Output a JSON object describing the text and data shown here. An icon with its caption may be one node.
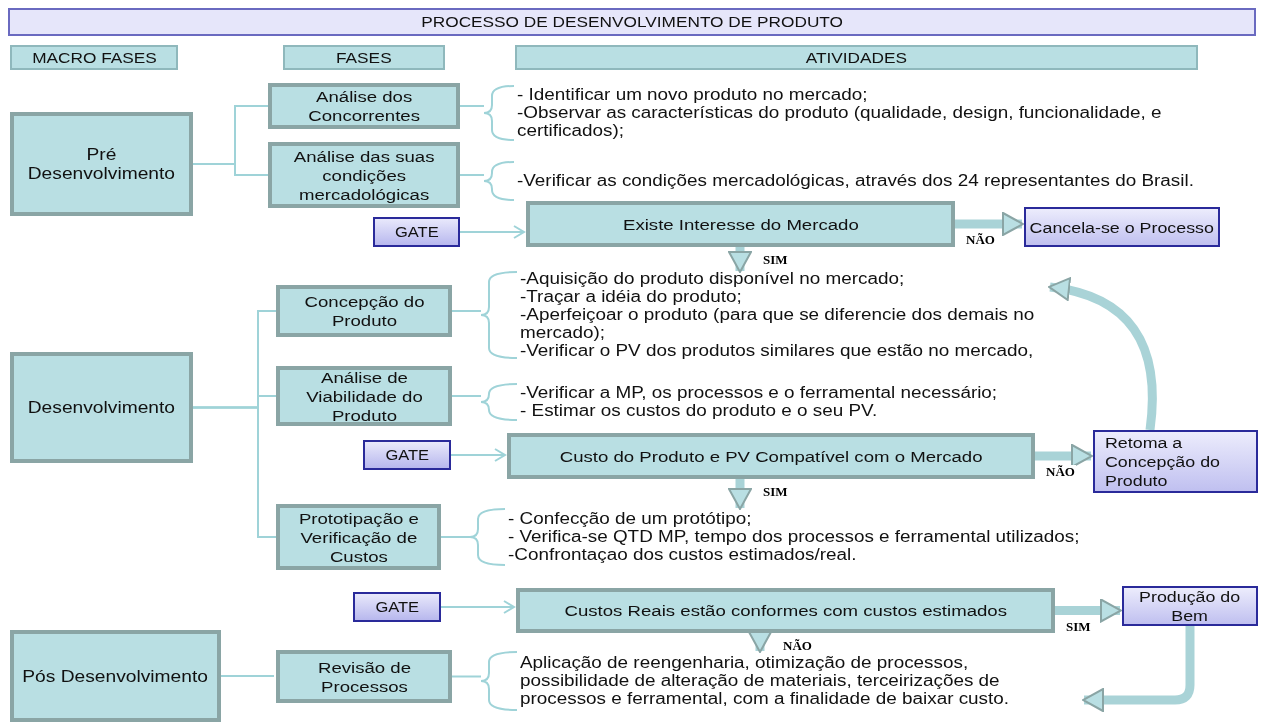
{
  "diagram": {
    "nodes": [
      {
        "text": [
          "PROCESSO DE DESENVOLVIMENTO DE PRODUTO"
        ]
      },
      {
        "text": [
          "MACRO FASES"
        ]
      },
      {
        "text": [
          "FASES"
        ]
      },
      {
        "text": [
          "ATIVIDADES"
        ]
      },
      {
        "text": [
          "Pré Desenvolvimento"
        ]
      },
      {
        "text": [
          "Análise dos Concorrentes"
        ]
      },
      {
        "text": [
          "Análise das suas condições mercadológicas"
        ]
      },
      {
        "text": [
          "- Identificar um novo produto no mercado;",
          "-Observar as características do produto (qualidade, design, funcionalidade, e certificados);"
        ]
      },
      {
        "text": [
          "-Verificar as condições mercadológicas, através dos 24 representantes do Brasil."
        ]
      },
      {
        "text": [
          "GATE"
        ]
      },
      {
        "text": [
          "Existe Interesse do Mercado"
        ]
      },
      {
        "text": [
          "Cancela-se o Processo"
        ]
      },
      {
        "text": [
          "Desenvolvimento"
        ]
      },
      {
        "text": [
          "Concepção do Produto"
        ]
      },
      {
        "text": [
          "-Aquisição do produto disponível no mercado;",
          "-Traçar a idéia do produto;",
          "-Aperfeiçoar o produto (para que se diferencie dos demais no mercado);",
          "-Verificar o PV dos produtos similares que estão no mercado,"
        ]
      },
      {
        "text": [
          "Análise de Viabilidade do Produto"
        ]
      },
      {
        "text": [
          "-Verificar a MP, os processos e o ferramental necessário;",
          "- Estimar os custos do produto e o seu PV."
        ]
      },
      {
        "text": [
          "GATE"
        ]
      },
      {
        "text": [
          "Custo do Produto e PV Compatível com o Mercado"
        ]
      },
      {
        "text": [
          "Retoma a Concepção do Produto"
        ]
      },
      {
        "text": [
          "Prototipação e Verificação de Custos"
        ]
      },
      {
        "text": [
          "- Confecção de um protótipo;",
          "- Verifica-se QTD MP, tempo dos processos e ferramental utilizados;",
          "-Confrontaçao dos custos estimados/real."
        ]
      },
      {
        "text": [
          "GATE"
        ]
      },
      {
        "text": [
          "Custos Reais estão conformes com custos estimados"
        ]
      },
      {
        "text": [
          "Produção do Bem"
        ]
      },
      {
        "text": [
          "Pós Desenvolvimento"
        ]
      },
      {
        "text": [
          "Revisão de Processos"
        ]
      },
      {
        "text": [
          "Aplicação de reengenharia, otimização de processos, possibilidade de alteração de materiais, terceirizações de processos e ferramental, com a finalidade de baixar custo."
        ]
      }
    ],
    "edges": [
      {
        "from": 4,
        "to": 5,
        "arrow": "none"
      },
      {
        "from": 4,
        "to": 6,
        "arrow": "none"
      },
      {
        "from": 5,
        "to": 7,
        "arrow": "none"
      },
      {
        "from": 6,
        "to": 8,
        "arrow": "none"
      },
      {
        "from": 9,
        "to": 10,
        "arrow": "to"
      },
      {
        "from": 10,
        "to": 11,
        "arrow": "to",
        "label": "NÃO",
        "style": "thick"
      },
      {
        "from": 10,
        "to": 14,
        "arrow": "to",
        "label": "SIM",
        "style": "thick"
      },
      {
        "from": 12,
        "to": 13,
        "arrow": "none"
      },
      {
        "from": 12,
        "to": 15,
        "arrow": "none"
      },
      {
        "from": 12,
        "to": 20,
        "arrow": "none"
      },
      {
        "from": 13,
        "to": 14,
        "arrow": "none"
      },
      {
        "from": 15,
        "to": 16,
        "arrow": "none"
      },
      {
        "from": 17,
        "to": 18,
        "arrow": "to"
      },
      {
        "from": 18,
        "to": 19,
        "arrow": "to",
        "label": "NÃO",
        "style": "thick"
      },
      {
        "from": 19,
        "to": 14,
        "arrow": "to",
        "style": "thick"
      },
      {
        "from": 18,
        "to": 21,
        "arrow": "to",
        "label": "SIM",
        "style": "thick"
      },
      {
        "from": 20,
        "to": 21,
        "arrow": "none"
      },
      {
        "from": 22,
        "to": 23,
        "arrow": "to"
      },
      {
        "from": 23,
        "to": 24,
        "arrow": "to",
        "label": "SIM",
        "style": "thick"
      },
      {
        "from": 23,
        "to": 27,
        "arrow": "to",
        "label": "NÃO",
        "style": "thick"
      },
      {
        "from": 24,
        "to": 27,
        "arrow": "to",
        "style": "thick"
      },
      {
        "from": 25,
        "to": 26,
        "arrow": "none"
      },
      {
        "from": 26,
        "to": 27,
        "arrow": "none"
      }
    ]
  }
}
